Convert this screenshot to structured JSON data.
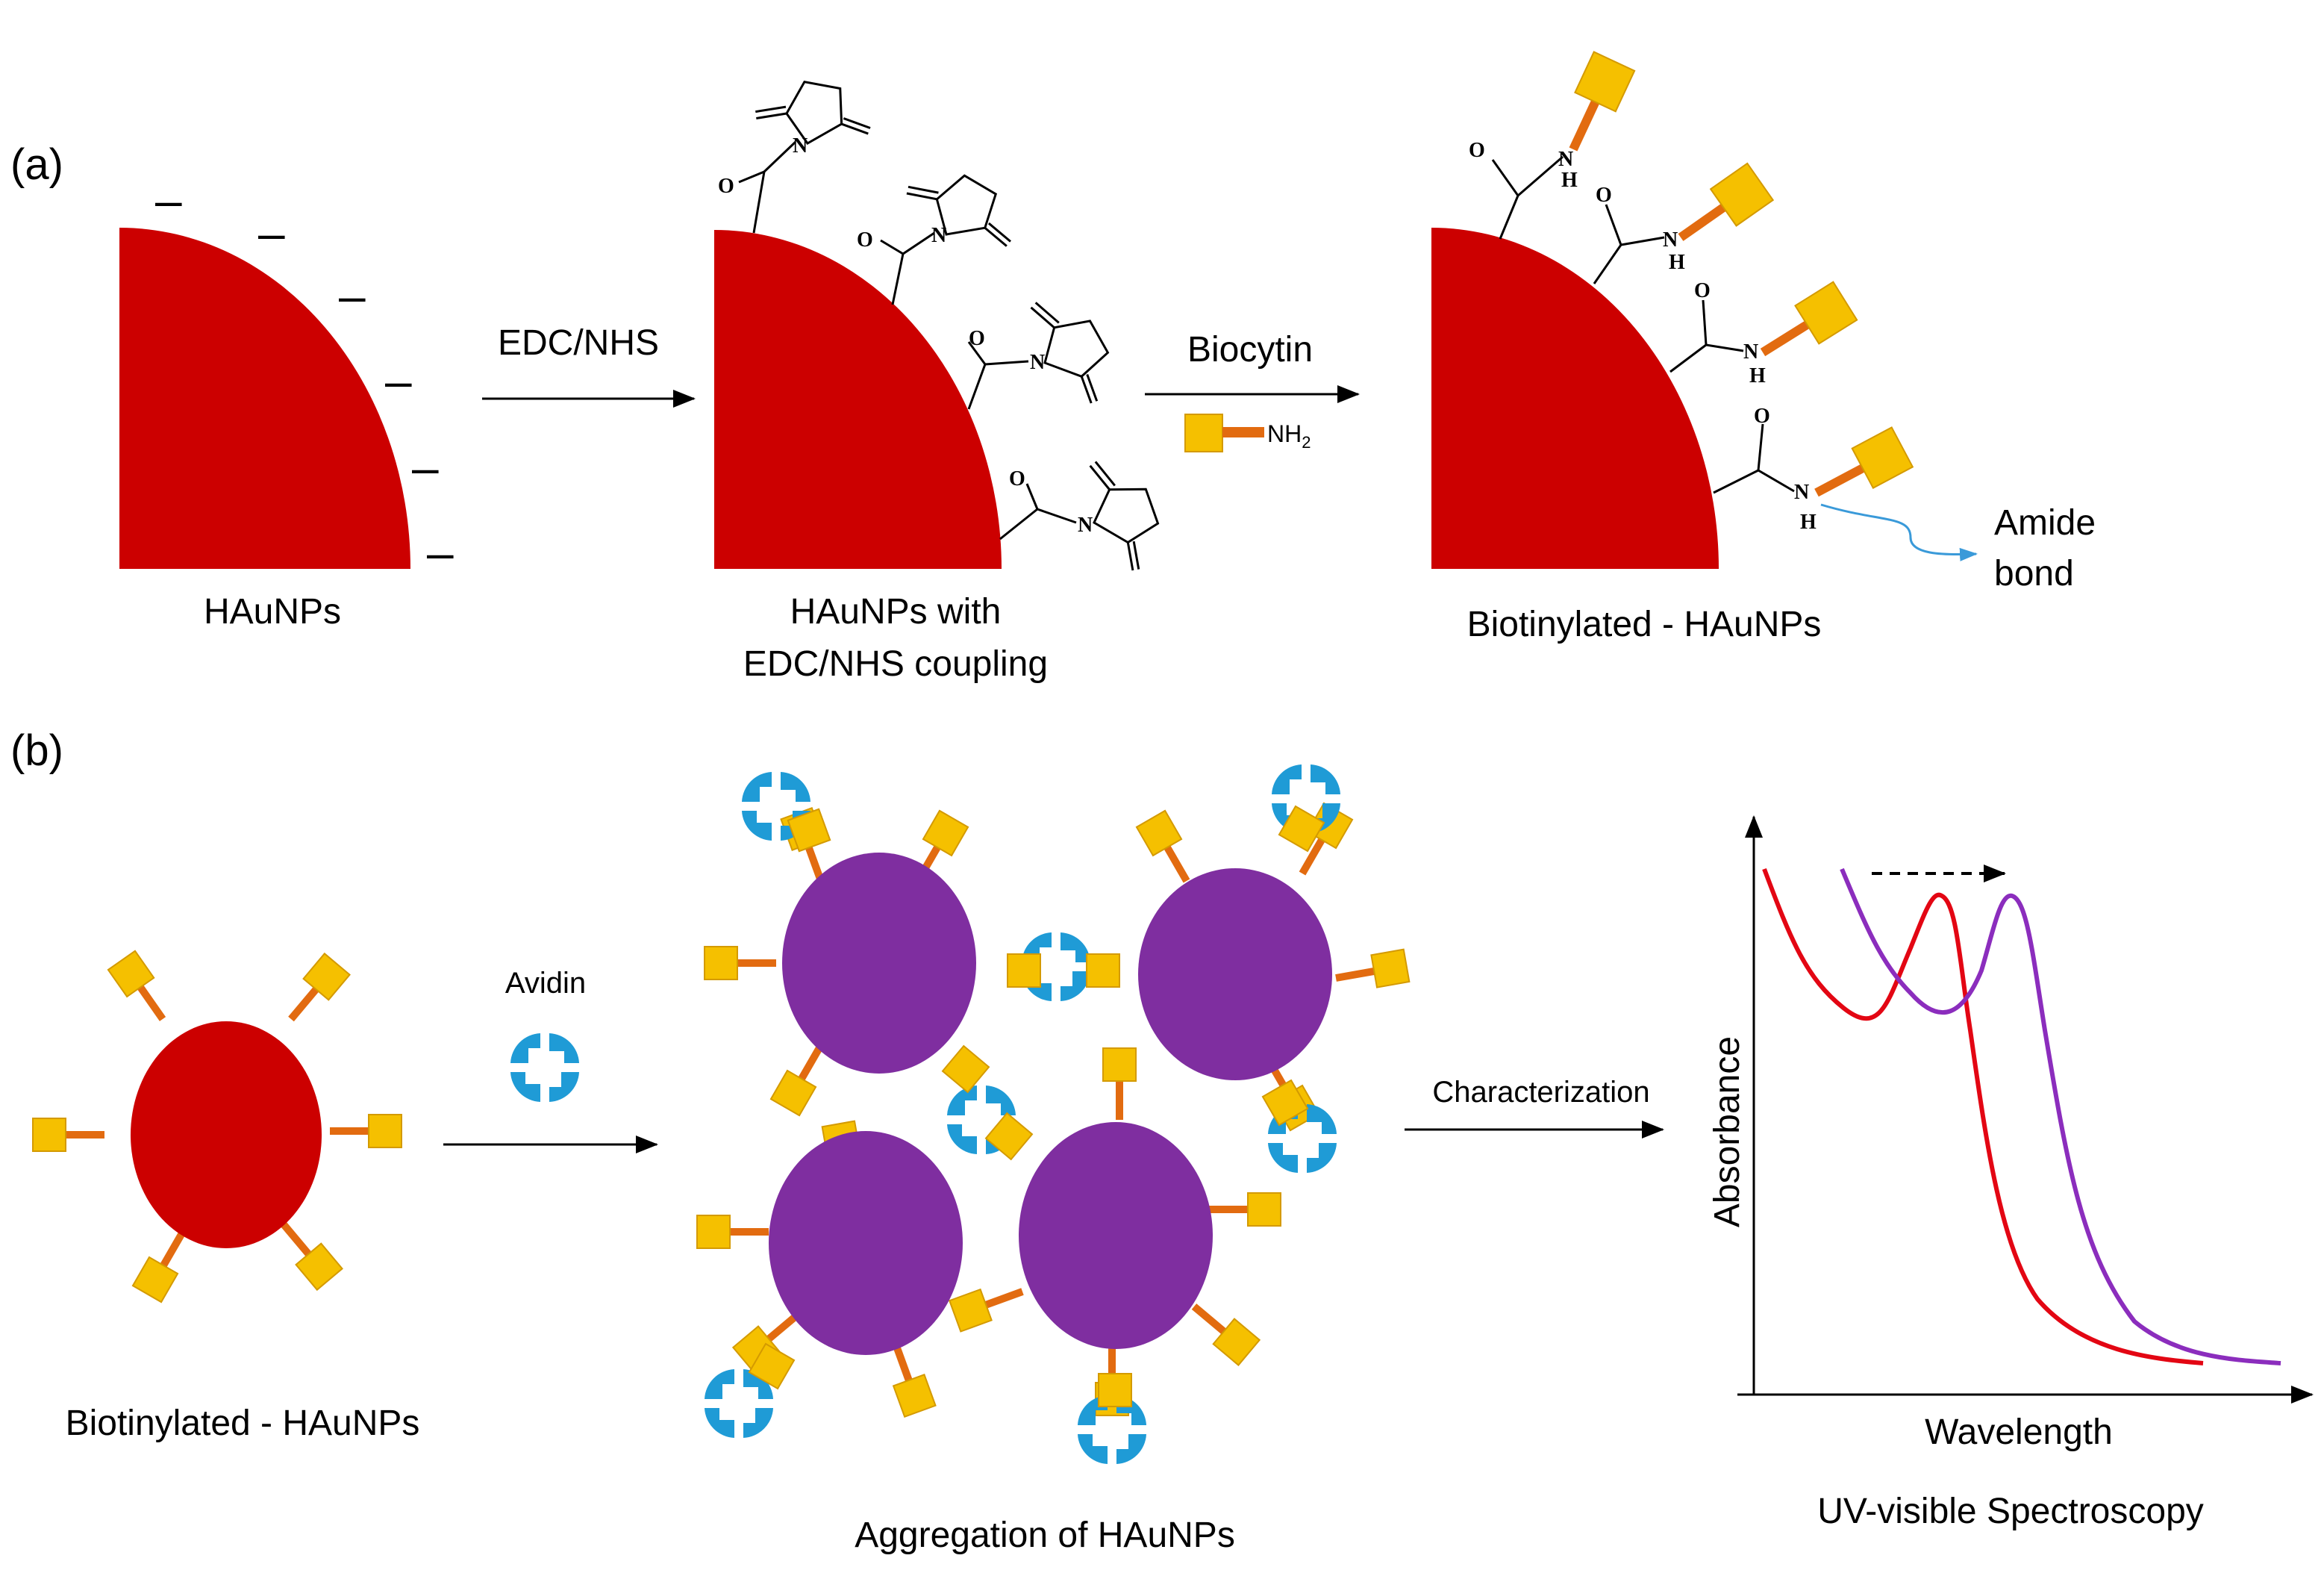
{
  "panel_a": {
    "label": "(a)",
    "step1_label": "HAuNPs",
    "reagent1": "EDC/NHS",
    "step2_label_line1": "HAuNPs with",
    "step2_label_line2": "EDC/NHS coupling",
    "reagent2": "Biocytin",
    "reagent2_group": "NH",
    "reagent2_group_sub": "2",
    "step3_label": "Biotinylated - HAuNPs",
    "amide_line1": "Amide",
    "amide_line2": "bond",
    "charge_symbol": "–",
    "atom_o": "O",
    "atom_n": "N",
    "atom_h": "H"
  },
  "panel_b": {
    "label": "(b)",
    "step1_label": "Biotinylated - HAuNPs",
    "reagent": "Avidin",
    "step2_label": "Aggregation of HAuNPs",
    "reagent2": "Characterization",
    "spectrum_title": "UV-visible Spectroscopy",
    "x_axis": "Wavelength",
    "y_axis": "Absorbance"
  },
  "colors": {
    "gold_particle": "#cc0000",
    "aggregated_particle": "#7f2ea0",
    "biotin": "#f5c000",
    "linker": "#e26b10",
    "avidin": "#1f9bd6",
    "amide_arrow": "#3a9ad9"
  },
  "icons": [
    "biotin-icon",
    "avidin-icon",
    "reaction-arrow-icon",
    "shift-arrow-icon"
  ]
}
